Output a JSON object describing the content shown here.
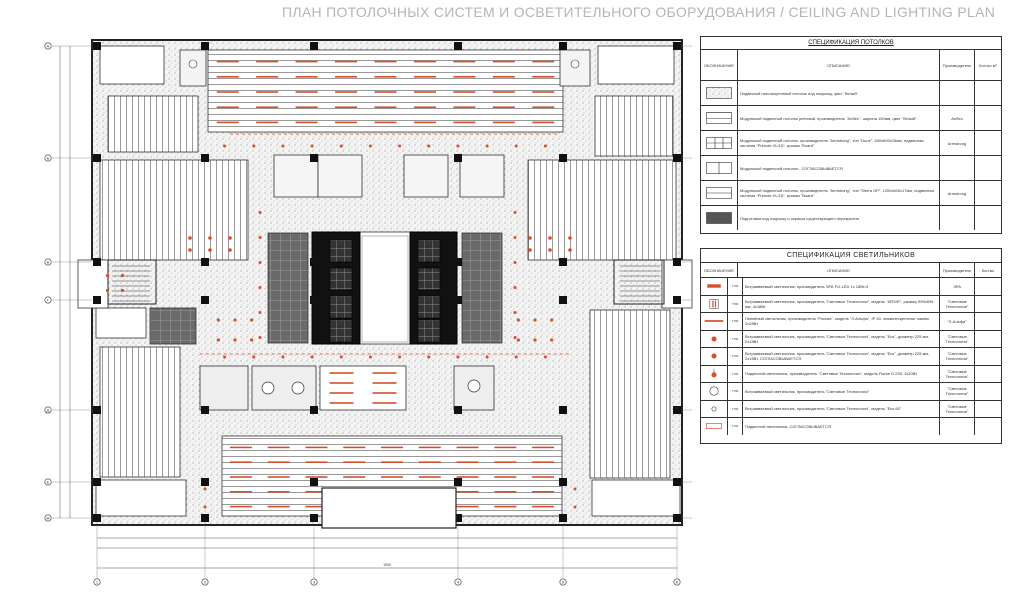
{
  "title": "ПЛАН ПОТОЛОЧНЫХ СИСТЕМ И ОСВЕТИТЕЛЬНОГО ОБОРУДОВАНИЯ / CEILING AND LIGHTING PLAN",
  "ceiling_spec": {
    "title": "СПЕЦИФИКАЦИЯ ПОТОЛКОВ",
    "headers": [
      "ОБОЗНАЧЕНИЕ",
      "ОПИСАНИЕ",
      "Производитель",
      "Кол-во м²"
    ],
    "rows": [
      {
        "symbol": "ceiling-plaster-hatch",
        "desc": "Подвесной гипсокартонный потолок под покраску, цвет \"белый\"",
        "maker": ""
      },
      {
        "symbol": "ceiling-linear-hatch",
        "desc": "Модульный подвесной потолок реечный, производитель \"Албес\", ширина 150мм, цвет \"белый\"",
        "maker": "Албес"
      },
      {
        "symbol": "ceiling-grid-600",
        "desc": "Модульный подвесной потолок, производитель \"Armstrong\", тип \"Dune\", 600х600х15мм, подвесная система \"Prelude XL/15\", кромка \"Board\"",
        "maker": "Armstrong"
      },
      {
        "symbol": "ceiling-grid-plain",
        "desc": "Модульный подвесной потолок - СОГЛАСОВЫВАЕТСЯ",
        "maker": ""
      },
      {
        "symbol": "ceiling-grid-1200",
        "desc": "Модульный подвесной потолок, производитель \"Armstrong\", тип \"Sierra OP\", 1200х600х17мм, подвесная система \"Prelude XL/15\", кромка \"Board\"",
        "maker": "Armstrong"
      },
      {
        "symbol": "ceiling-dark-fill",
        "desc": "Подготовка под покраску и окраска существующего перекрытия",
        "maker": ""
      }
    ]
  },
  "light_spec": {
    "title": "СПЕЦИФИКАЦИЯ СВЕТИЛЬНИКОВ",
    "headers": [
      "ОБОЗНАЧЕНИЕ",
      "ОПИСАНИЕ",
      "Производитель",
      "Кол-во"
    ],
    "rows": [
      {
        "symbol": "line-fixture",
        "code": "7700",
        "desc": "Встраиваемый светильник, производитель ЭРА FG-LED 1х 18Вт/4",
        "maker": "ЭРА"
      },
      {
        "symbol": "square-fixture",
        "code": "7700",
        "desc": "Встраиваемый светильник, производитель \"Световые Технологии\", модель \"ARS/R\", размер 595х595 мм, 4х18Вт",
        "maker": "\"Световые Технологии\""
      },
      {
        "symbol": "long-line-fixture",
        "code": "7700",
        "desc": "Линейный светильник, производитель \"Россия\", модель \"Л-Альфа\", IP 40, люминесцентные лампы 2х28Вт",
        "maker": "\"Л-Альфа\""
      },
      {
        "symbol": "downlight",
        "code": "7700",
        "desc": "Встраиваемый светильник, производитель \"Световые Технологии\", модель \"Ecs\", диаметр 225 мм, 2х18Вт",
        "maker": "\"Световые Технологии\""
      },
      {
        "symbol": "downlight",
        "code": "7700",
        "desc": "Встраиваемый светильник, производитель \"Световые Технологии\", модель \"Ecs\", диаметр 225 мм, 2х18Вт, СОГЛАСОВЫВАЕТСЯ",
        "maker": "\"Световые Технологии\""
      },
      {
        "symbol": "pendant-fixture",
        "code": "7700",
        "desc": "Подвесной светильник, производитель \"Световые Технологии\", модель Flame D 235, 1х20Вт",
        "maker": "\"Световые Технологии\""
      },
      {
        "symbol": "circle-fixture",
        "code": "7700",
        "desc": "Встраиваемый светильник, производитель \"Световые Технологии\"",
        "maker": "\"Световые Технологии\""
      },
      {
        "symbol": "small-circle",
        "code": "7700",
        "desc": "Встраиваемый светильник, производитель \"Световые Технологии\", модель \"Ecs 60\"",
        "maker": "\"Световые Технологии\""
      },
      {
        "symbol": "rect-fixture",
        "code": "7700",
        "desc": "Подвесной светильник, СОГЛАСОВЫВАЕТСЯ",
        "maker": ""
      }
    ]
  },
  "grid_axes": {
    "columns": [
      "1",
      "2",
      "3",
      "4",
      "5",
      "6"
    ],
    "rows": [
      "А",
      "Б",
      "В",
      "Г",
      "Д",
      "Е",
      "Ж"
    ],
    "dimension": "1000"
  },
  "colors": {
    "accent_red": "#d4502c",
    "line": "#2a2a2a",
    "title_gray": "#b5b5b5"
  }
}
